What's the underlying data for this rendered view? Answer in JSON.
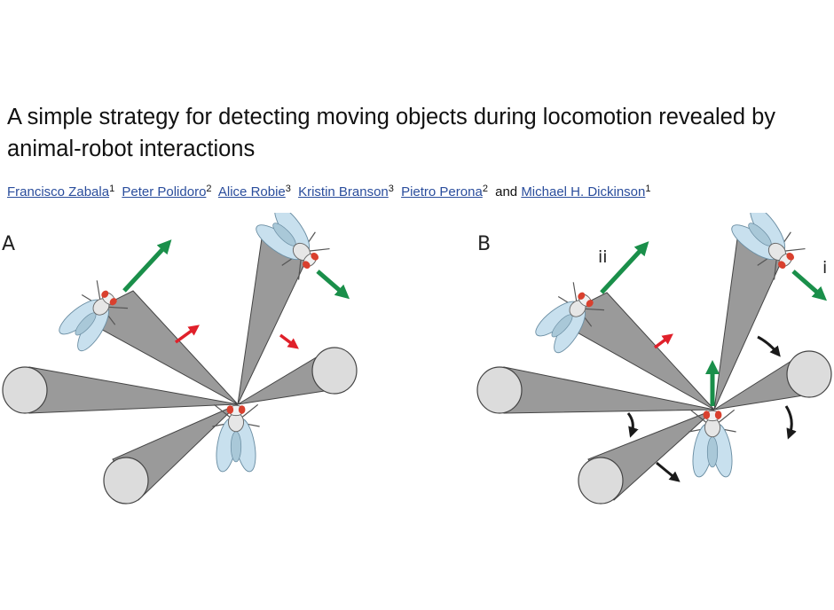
{
  "paper": {
    "title": "A simple strategy for detecting moving objects during locomotion revealed by animal-robot interactions",
    "connector": "and",
    "authors": [
      {
        "name": "Francisco Zabala",
        "affil": "1"
      },
      {
        "name": "Peter Polidoro",
        "affil": "2"
      },
      {
        "name": "Alice Robie",
        "affil": "3"
      },
      {
        "name": "Kristin Branson",
        "affil": "3"
      },
      {
        "name": "Pietro Perona",
        "affil": "2"
      },
      {
        "name": "Michael H. Dickinson",
        "affil": "1"
      }
    ]
  },
  "figure": {
    "panel_a_label": "A",
    "panel_b_label": "B",
    "label_ii": "ii",
    "label_i": "i",
    "colors": {
      "cone": "#9a9a9a",
      "disc": "#dcdcdc",
      "green_arrow": "#1a8f4a",
      "red_arrow": "#e0202a",
      "black_arrow": "#1a1a1a",
      "fly_body": "#b9d6e6",
      "fly_eye": "#d9402e"
    }
  }
}
